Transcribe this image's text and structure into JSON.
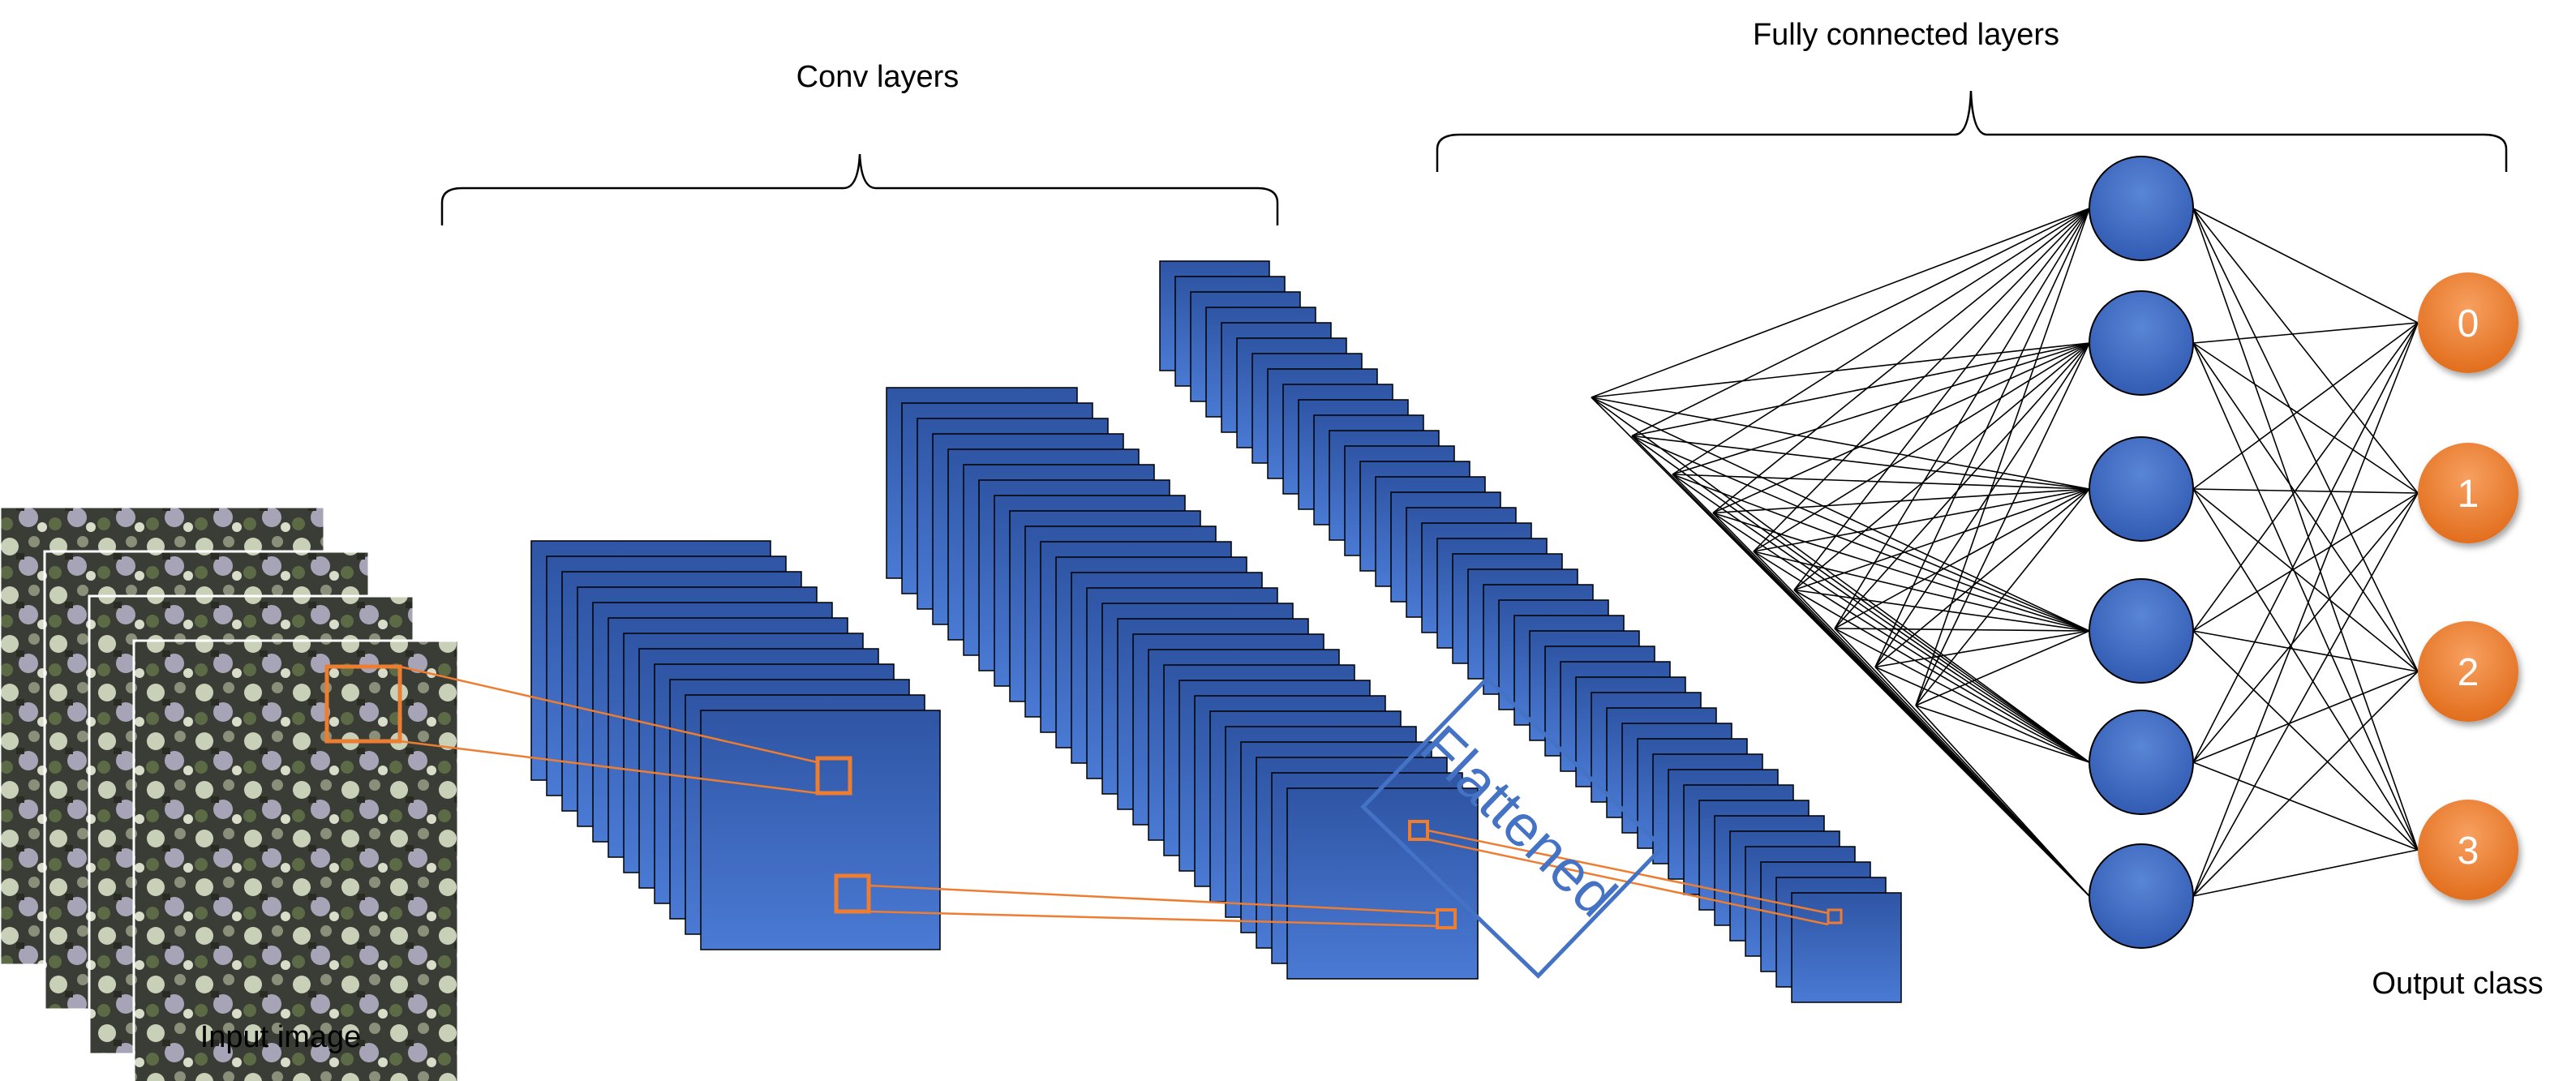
{
  "labels": {
    "conv_layers": "Conv layers",
    "fully_connected_layers": "Fully connected layers",
    "input_image": "Input image",
    "output_class": "Output class",
    "flattened": "Flattened"
  },
  "output_nodes": [
    "0",
    "1",
    "2",
    "3"
  ],
  "colors": {
    "feature_map_blue": "#4472c4",
    "feature_map_dark": "#2f55a4",
    "node_blue": "#4472c4",
    "output_orange": "#ed7d31",
    "connector_orange": "#ed7d31",
    "flattened_border": "#4472c4",
    "line": "#000000"
  }
}
